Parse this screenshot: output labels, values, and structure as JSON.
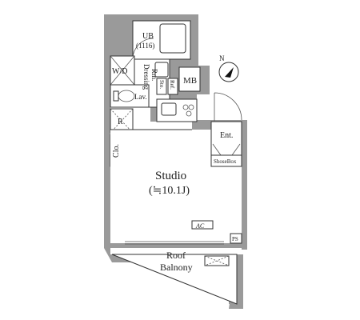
{
  "rooms": {
    "ub": "UB",
    "ub_size": "(1116)",
    "wd": "W/D",
    "dressing": "Dressing",
    "dressing_rm": "Rm.",
    "lav": "Lav.",
    "mb": "MB",
    "r": "R",
    "clo": "Clo.",
    "ent": "Ent.",
    "shoebox": "ShoseBox",
    "studio": "Studio",
    "studio_size": "(≒10.1J)",
    "ac": "AC",
    "ps": "PS",
    "roof": "Roof",
    "balcony": "Balnony",
    "sto": "Sto.",
    "ref": "Ref."
  },
  "compass": {
    "label": "N"
  }
}
